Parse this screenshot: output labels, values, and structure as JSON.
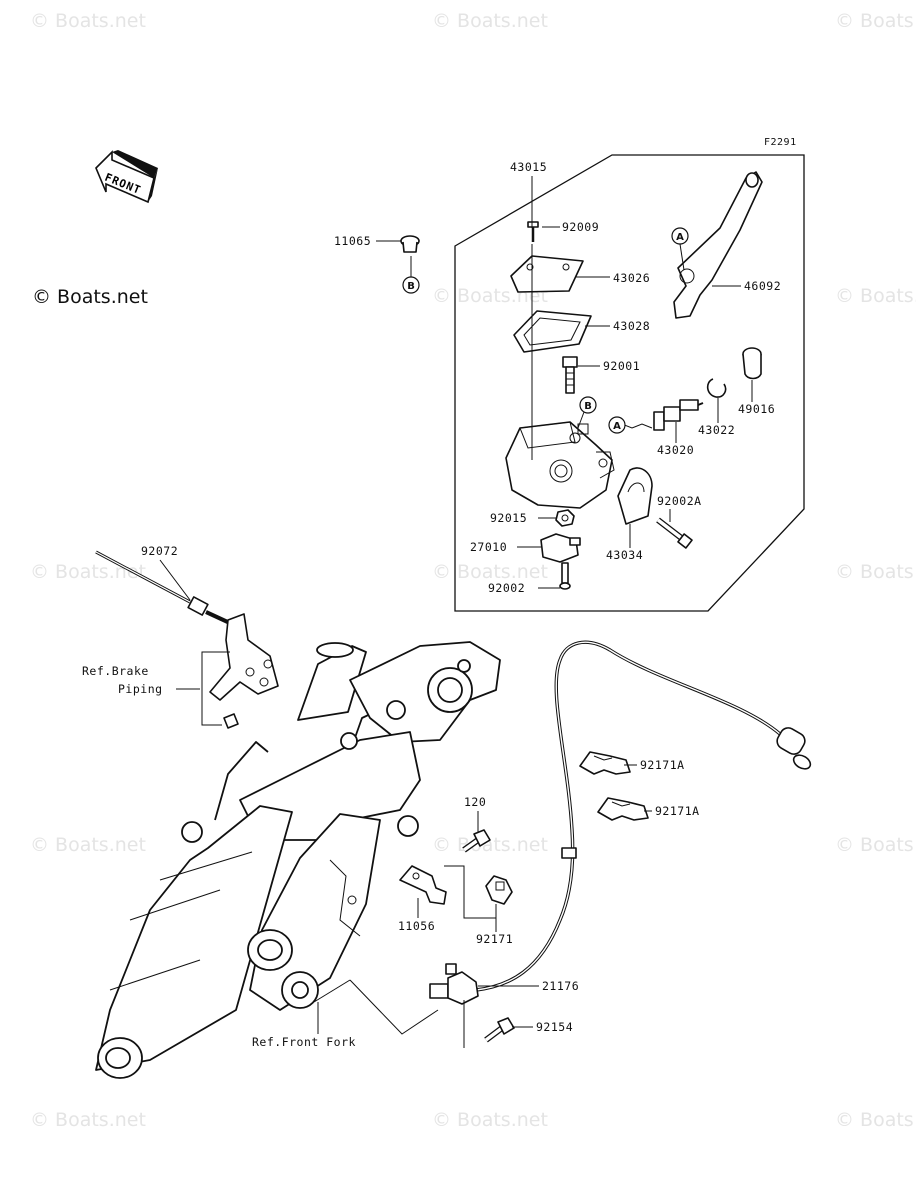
{
  "watermarks": [
    "© Boats.net",
    "© Boats.net",
    "© Boats",
    "© Boats.net",
    "© Boats.net",
    "© Boats.net",
    "© Boats.net",
    "© Boats",
    "© Boats.net",
    "© Boats.net",
    "© Boats",
    "© Boats.net",
    "© Boats.net",
    "© Boats"
  ],
  "copyright": "© Boats.net",
  "diagram_code": "F2291",
  "front_label": "FRONT",
  "parts": {
    "p43015": "43015",
    "p92009": "92009",
    "p43026": "43026",
    "p43028": "43028",
    "p92001": "92001",
    "p46092": "46092",
    "p49016": "49016",
    "p43022": "43022",
    "p43020": "43020",
    "p92002A": "92002A",
    "p92015": "92015",
    "p27010": "27010",
    "p43034": "43034",
    "p92002": "92002",
    "p11065": "11065",
    "p92072": "92072",
    "p92171A_1": "92171A",
    "p92171A_2": "92171A",
    "p120": "120",
    "p11056": "11056",
    "p92171": "92171",
    "p21176": "21176",
    "p92154": "92154"
  },
  "markers": {
    "a1": "A",
    "a2": "A",
    "b1": "B",
    "b2": "B"
  },
  "refs": {
    "brake_line1": "Ref.Brake",
    "brake_line2": "Piping",
    "front_fork": "Ref.Front Fork"
  }
}
